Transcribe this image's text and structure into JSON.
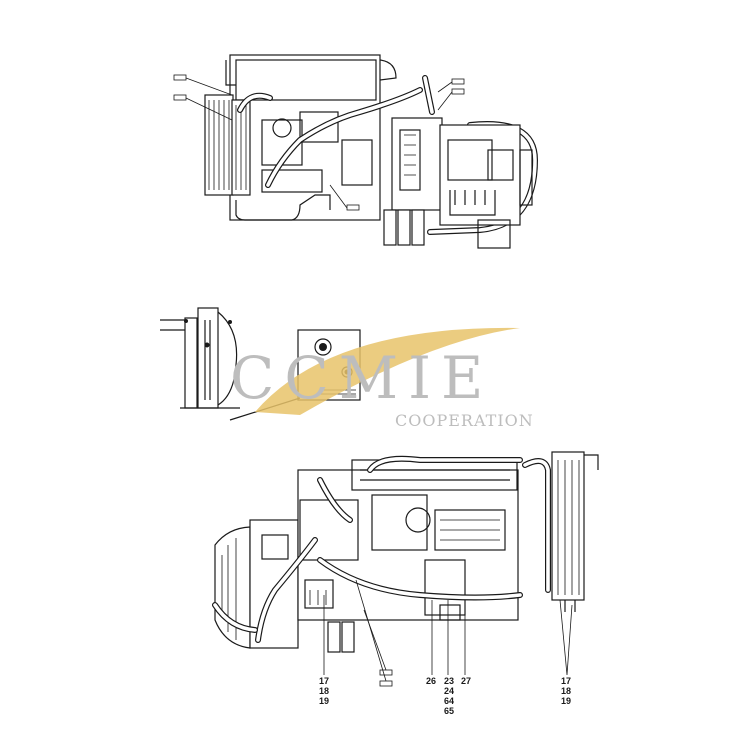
{
  "callouts": {
    "left_group": [
      "17",
      "18",
      "19"
    ],
    "mid_a": "26",
    "mid_b": [
      "23",
      "24",
      "64",
      "65"
    ],
    "mid_c": "27",
    "right_group": [
      "17",
      "18",
      "19"
    ]
  },
  "watermark": {
    "brand": "CCMIE",
    "sub": "COOPERATION",
    "swoosh_color": "#e8c36a",
    "text_color": "#bdbdbd"
  }
}
